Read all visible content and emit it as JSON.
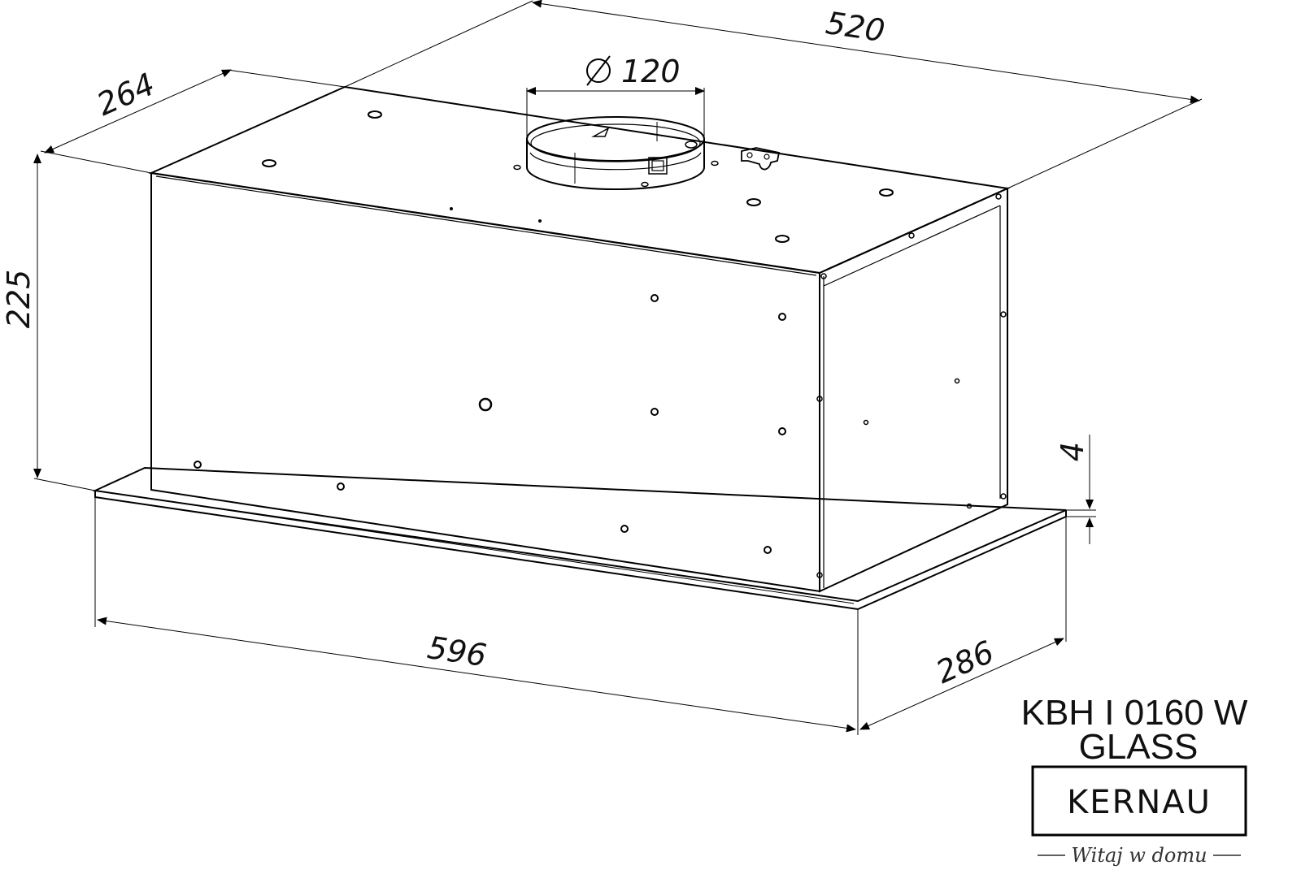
{
  "dimensions": {
    "width_top": "520",
    "depth_top": "264",
    "duct_diameter": "120",
    "height": "225",
    "glass_thickness": "4",
    "width_bottom": "596",
    "depth_bottom": "286"
  },
  "product": {
    "model_line1": "KBH I 0160 W",
    "model_line2": "GLASS"
  },
  "brand": {
    "name": "KERNAU",
    "slogan": "Witaj w domu"
  },
  "icons": {
    "diameter": "diameter-icon"
  }
}
